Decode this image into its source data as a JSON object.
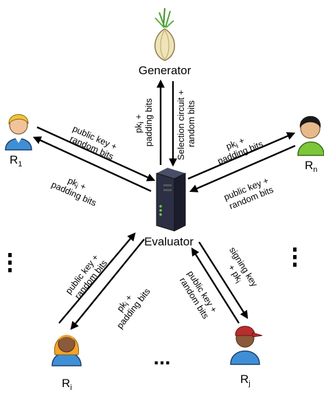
{
  "nodes": {
    "generator": "Generator",
    "evaluator": "Evaluator",
    "r1": {
      "base": "R",
      "sub": "1"
    },
    "rn": {
      "base": "R",
      "sub": "n"
    },
    "ri": {
      "base": "R",
      "sub": "i"
    },
    "rj": {
      "base": "R",
      "sub": "j"
    }
  },
  "ellipsis": "...",
  "labels": {
    "gen_down": [
      "Selection circuit +",
      "random bits"
    ],
    "gen_up": [
      "pk",
      "i",
      " +",
      "padding bits"
    ],
    "r1_to_eval": [
      "public key +",
      "random bits"
    ],
    "eval_to_r1": [
      "pk",
      "i",
      " +",
      "padding bits"
    ],
    "eval_to_rn": [
      "pk",
      "i",
      " +",
      "padding bits"
    ],
    "rn_to_eval": [
      "public key +",
      "random bits"
    ],
    "ri_to_eval": [
      "public key +",
      "random bits"
    ],
    "eval_to_ri": [
      "pk",
      "i",
      " +",
      "padding bits"
    ],
    "eval_to_rj": [
      "signing key",
      "+ pk",
      "i"
    ],
    "rj_to_eval": [
      "public key +",
      "random bits"
    ]
  },
  "icons": {
    "generator": "onion-icon",
    "evaluator": "server-icon",
    "r1": "user-blond-icon",
    "rn": "user-dark-hair-icon",
    "ri": "user-female-icon",
    "rj": "user-red-cap-icon"
  },
  "colors": {
    "r1_hair": "#f2c23a",
    "r1_shirt": "#3f8fd6",
    "rn_hair": "#1a1a1a",
    "rn_shirt": "#7cc63a",
    "ri_hair": "#f2a52a",
    "ri_shirt": "#3f8fd6",
    "rj_cap": "#b82e2e",
    "rj_shirt": "#3f8fd6",
    "server": "#2d2f45",
    "onion": "#efe3b8"
  }
}
